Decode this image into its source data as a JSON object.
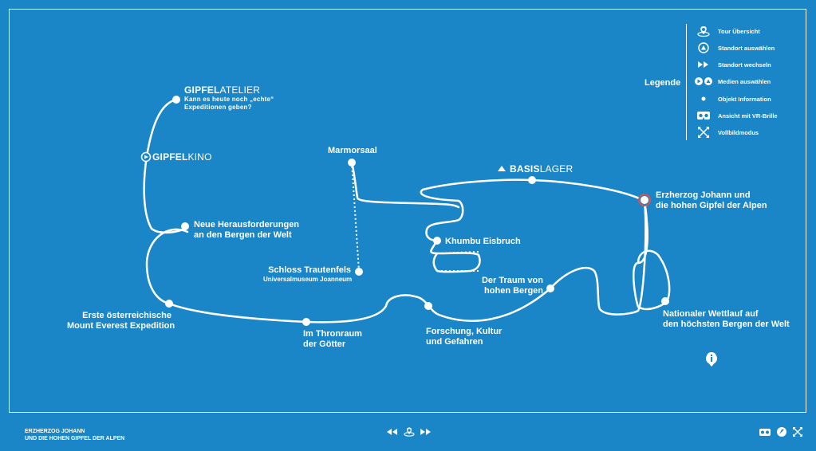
{
  "legend": {
    "title": "Legende",
    "items": [
      {
        "icon": "tour-overview-icon",
        "label": "Tour Übersicht"
      },
      {
        "icon": "select-location-icon",
        "label": "Standort auswählen"
      },
      {
        "icon": "change-location-icon",
        "label": "Standort wechseln"
      },
      {
        "icon": "select-media-icon",
        "label": "Medien auswählen"
      },
      {
        "icon": "object-info-icon",
        "label": "Objekt Information"
      },
      {
        "icon": "vr-glasses-icon",
        "label": "Ansicht mit VR-Brille"
      },
      {
        "icon": "fullscreen-icon",
        "label": "Vollbildmodus"
      }
    ]
  },
  "stations": {
    "gipfelatelier": {
      "bold": "GIPFEL",
      "thin": "ATELIER",
      "sub1": "Kann es heute noch „echte“",
      "sub2": "Expeditionen geben?"
    },
    "gipfelkino": {
      "bold": "GIPFEL",
      "thin": "KINO"
    },
    "neue": {
      "line1": "Neue Herausforderungen",
      "line2": "an den Bergen der Welt"
    },
    "erste": {
      "line1": "Erste österreichische",
      "line2": "Mount Everest Expedition"
    },
    "thronraum": {
      "line1": "Im Thronraum",
      "line2": "der Götter"
    },
    "marmorsaal": {
      "line1": "Marmorsaal"
    },
    "trautenfels": {
      "line1": "Schloss Trautenfels",
      "sub": "Universalmuseum Joanneum"
    },
    "khumbu": {
      "line1": "Khumbu Eisbruch"
    },
    "basislager": {
      "bold": "BASIS",
      "thin": "LAGER"
    },
    "forschung": {
      "line1": "Forschung, Kultur",
      "line2": "und Gefahren"
    },
    "traum": {
      "line1": "Der Traum von",
      "line2": "hohen Bergen"
    },
    "erzherzog": {
      "line1": "Erzherzog Johann und",
      "line2": "die hohen Gipfel der Alpen"
    },
    "nationaler": {
      "line1": "Nationaler Wettlauf auf",
      "line2": "den höchsten Bergen der Welt"
    }
  },
  "footer": {
    "title_line1": "ERZHERZOG JOHANN",
    "title_line2": "UND DIE HOHEN GIPFEL DER ALPEN"
  },
  "colors": {
    "background": "#1a86c7",
    "foreground": "#ffffff",
    "current_location": "#d9534f"
  }
}
